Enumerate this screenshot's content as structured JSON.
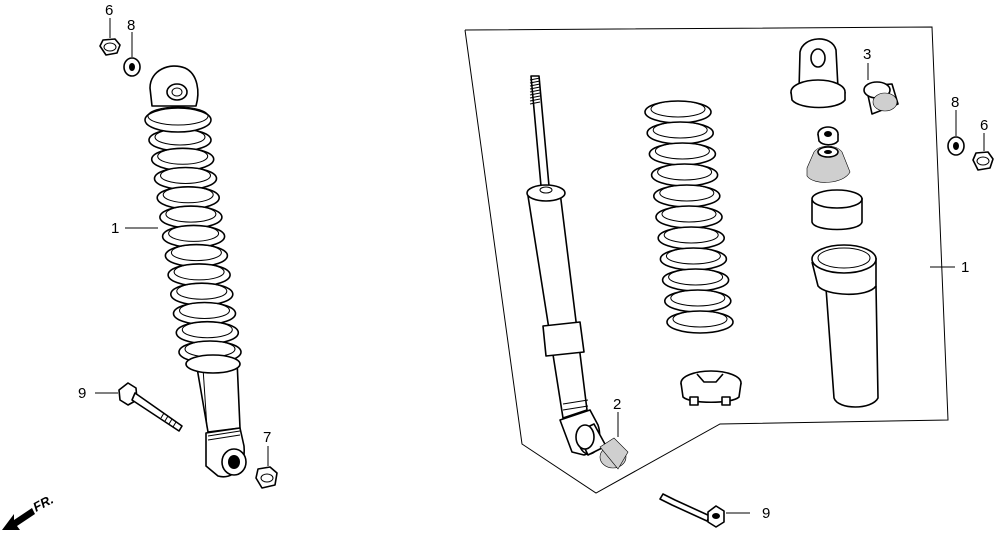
{
  "callouts": {
    "left_nut": "6",
    "left_washer": "8",
    "left_shock_assembly": "1",
    "left_bolt": "9",
    "left_bottom_nut": "7",
    "right_bushing_top": "3",
    "right_washer": "8",
    "right_nut": "6",
    "right_shock_assembly": "1",
    "right_bushing_bottom": "2",
    "right_bolt": "9"
  },
  "direction_label": "FR."
}
